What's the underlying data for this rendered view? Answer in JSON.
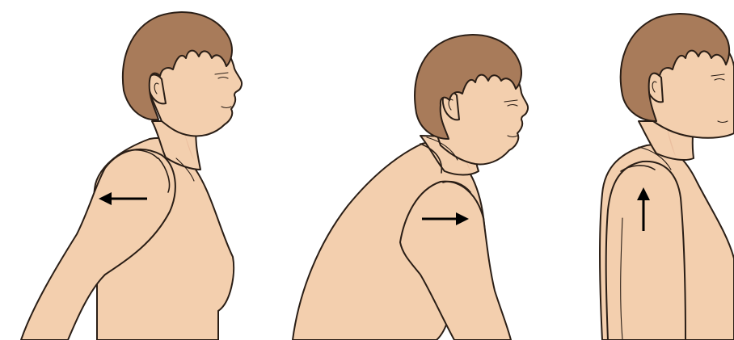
{
  "figures": [
    {
      "id": "shoulder-retraction",
      "arrow_direction": "left"
    },
    {
      "id": "shoulder-protraction",
      "arrow_direction": "right"
    },
    {
      "id": "shoulder-elevation",
      "arrow_direction": "up"
    }
  ],
  "colors": {
    "skin": "#f3cfae",
    "hair": "#a87b5a",
    "outline": "#2a1e16",
    "arrow": "#000000",
    "background": "#ffffff"
  }
}
